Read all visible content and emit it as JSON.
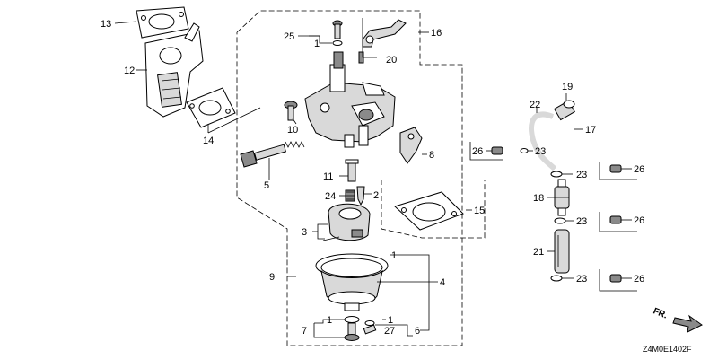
{
  "diagram": {
    "code": "Z4M0E1402F"
  },
  "direction": {
    "front": "FR."
  },
  "labels": {
    "p1": "1",
    "p2": "2",
    "p3": "3",
    "p4": "4",
    "p5": "5",
    "p6": "6",
    "p7": "7",
    "p8": "8",
    "p9": "9",
    "p10": "10",
    "p11": "11",
    "p12": "12",
    "p13": "13",
    "p14": "14",
    "p15": "15",
    "p16": "16",
    "p17": "17",
    "p18": "18",
    "p19": "19",
    "p20": "20",
    "p21": "21",
    "p22": "22",
    "p23": "23",
    "p24": "24",
    "p25": "25",
    "p26": "26",
    "p27": "27"
  }
}
